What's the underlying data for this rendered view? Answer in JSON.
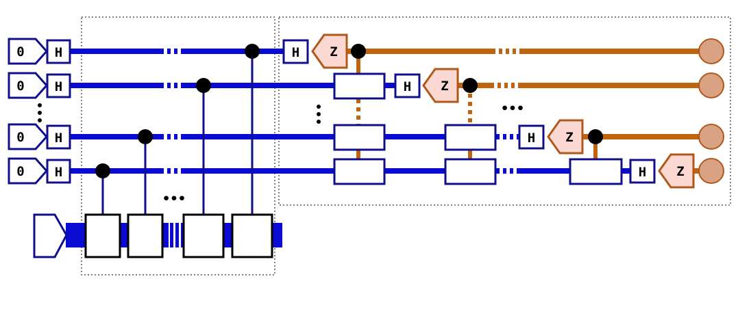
{
  "colors": {
    "quantum_wire": "#0a0ad2",
    "classical_wire": "#c0650f",
    "gate_stroke": "#0f0f8c",
    "measure_fill": "#fbd9d2",
    "measure_stroke": "#b0571b",
    "output_fill": "#d9a283",
    "output_stroke": "#b0571b",
    "control_dot": "#000000",
    "region_border": "#555555"
  },
  "labels": {
    "init_state": "0",
    "hadamard": "H",
    "measure": "Z",
    "ellipsis": "•••"
  }
}
